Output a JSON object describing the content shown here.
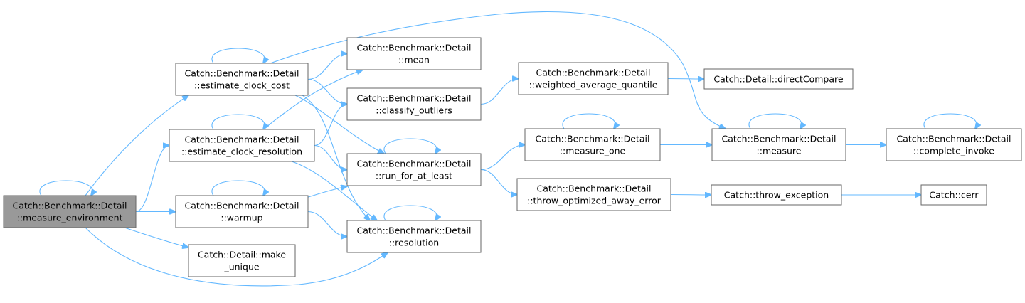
{
  "graph": {
    "nodes": [
      {
        "id": "measure_environment",
        "lines": [
          "Catch::Benchmark::Detail",
          "::measure_environment"
        ],
        "root": true
      },
      {
        "id": "estimate_clock_cost",
        "lines": [
          "Catch::Benchmark::Detail",
          "::estimate_clock_cost"
        ]
      },
      {
        "id": "estimate_clock_resolution",
        "lines": [
          "Catch::Benchmark::Detail",
          "::estimate_clock_resolution"
        ]
      },
      {
        "id": "warmup",
        "lines": [
          "Catch::Benchmark::Detail",
          "::warmup"
        ]
      },
      {
        "id": "make_unique",
        "lines": [
          "Catch::Detail::make",
          "_unique"
        ]
      },
      {
        "id": "mean",
        "lines": [
          "Catch::Benchmark::Detail",
          "::mean"
        ]
      },
      {
        "id": "classify_outliers",
        "lines": [
          "Catch::Benchmark::Detail",
          "::classify_outliers"
        ]
      },
      {
        "id": "run_for_at_least",
        "lines": [
          "Catch::Benchmark::Detail",
          "::run_for_at_least"
        ]
      },
      {
        "id": "resolution",
        "lines": [
          "Catch::Benchmark::Detail",
          "::resolution"
        ]
      },
      {
        "id": "weighted_average_quantile",
        "lines": [
          "Catch::Benchmark::Detail",
          "::weighted_average_quantile"
        ]
      },
      {
        "id": "measure_one",
        "lines": [
          "Catch::Benchmark::Detail",
          "::measure_one"
        ]
      },
      {
        "id": "throw_optimized_away_error",
        "lines": [
          "Catch::Benchmark::Detail",
          "::throw_optimized_away_error"
        ]
      },
      {
        "id": "directCompare",
        "lines": [
          "Catch::Detail::directCompare"
        ]
      },
      {
        "id": "measure",
        "lines": [
          "Catch::Benchmark::Detail",
          "::measure"
        ]
      },
      {
        "id": "throw_exception",
        "lines": [
          "Catch::throw_exception"
        ]
      },
      {
        "id": "complete_invoke",
        "lines": [
          "Catch::Benchmark::Detail",
          "::complete_invoke"
        ]
      },
      {
        "id": "cerr",
        "lines": [
          "Catch::cerr"
        ]
      }
    ],
    "edges": [
      {
        "from": "measure_environment",
        "to": "measure_environment"
      },
      {
        "from": "measure_environment",
        "to": "estimate_clock_cost"
      },
      {
        "from": "measure_environment",
        "to": "estimate_clock_resolution"
      },
      {
        "from": "measure_environment",
        "to": "warmup"
      },
      {
        "from": "measure_environment",
        "to": "make_unique"
      },
      {
        "from": "measure_environment",
        "to": "resolution"
      },
      {
        "from": "estimate_clock_cost",
        "to": "estimate_clock_cost"
      },
      {
        "from": "estimate_clock_cost",
        "to": "mean"
      },
      {
        "from": "estimate_clock_cost",
        "to": "classify_outliers"
      },
      {
        "from": "estimate_clock_cost",
        "to": "run_for_at_least"
      },
      {
        "from": "estimate_clock_cost",
        "to": "resolution"
      },
      {
        "from": "estimate_clock_cost",
        "to": "measure"
      },
      {
        "from": "estimate_clock_resolution",
        "to": "estimate_clock_resolution"
      },
      {
        "from": "estimate_clock_resolution",
        "to": "mean"
      },
      {
        "from": "estimate_clock_resolution",
        "to": "classify_outliers"
      },
      {
        "from": "estimate_clock_resolution",
        "to": "run_for_at_least"
      },
      {
        "from": "estimate_clock_resolution",
        "to": "resolution"
      },
      {
        "from": "warmup",
        "to": "warmup"
      },
      {
        "from": "warmup",
        "to": "run_for_at_least"
      },
      {
        "from": "warmup",
        "to": "resolution"
      },
      {
        "from": "classify_outliers",
        "to": "weighted_average_quantile"
      },
      {
        "from": "run_for_at_least",
        "to": "run_for_at_least"
      },
      {
        "from": "run_for_at_least",
        "to": "measure_one"
      },
      {
        "from": "run_for_at_least",
        "to": "throw_optimized_away_error"
      },
      {
        "from": "resolution",
        "to": "resolution"
      },
      {
        "from": "weighted_average_quantile",
        "to": "directCompare"
      },
      {
        "from": "measure_one",
        "to": "measure_one"
      },
      {
        "from": "measure_one",
        "to": "measure"
      },
      {
        "from": "throw_optimized_away_error",
        "to": "throw_exception"
      },
      {
        "from": "measure",
        "to": "measure"
      },
      {
        "from": "measure",
        "to": "complete_invoke"
      },
      {
        "from": "throw_exception",
        "to": "cerr"
      },
      {
        "from": "complete_invoke",
        "to": "complete_invoke"
      }
    ]
  }
}
